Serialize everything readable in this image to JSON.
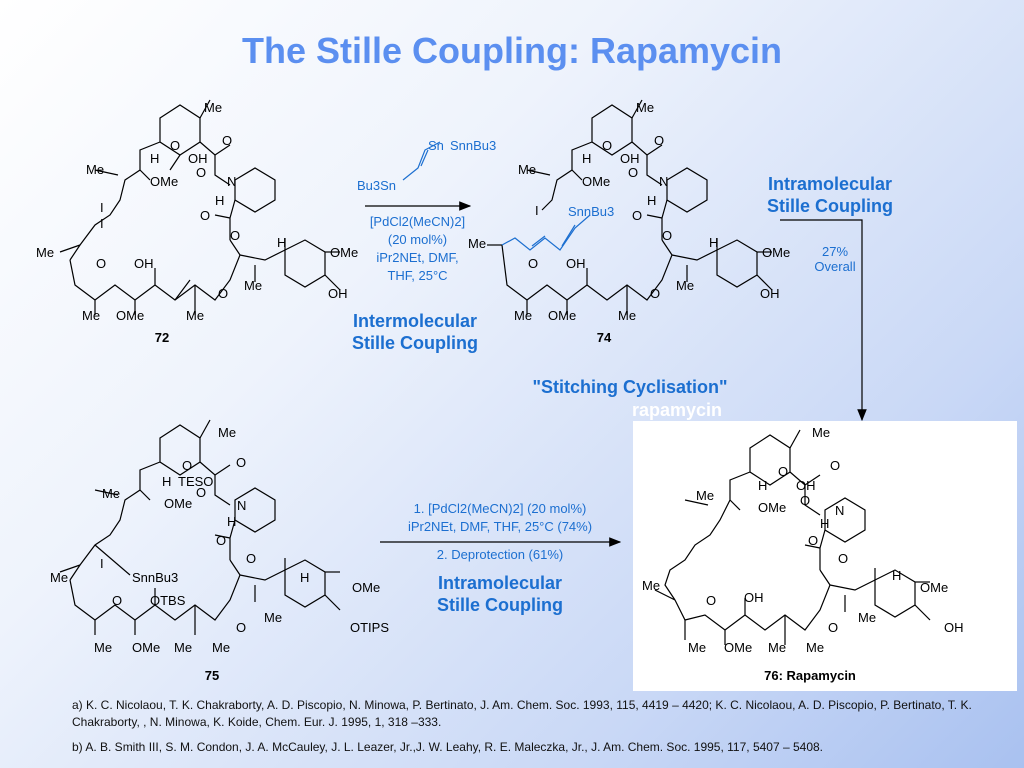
{
  "title": "The Stille Coupling: Rapamycin",
  "compound_labels": {
    "c72": "72",
    "c74": "74",
    "c75": "75",
    "c76": "76: Rapamycin"
  },
  "step1": {
    "reagent_top": "Sn",
    "reagent_bottom": "Bu3Sn",
    "conditions": [
      "[PdCl2(MeCN)2]",
      "(20 mol%)",
      "iPr2NEt, DMF,",
      "THF, 25°C"
    ],
    "heading": [
      "Intermolecular",
      "Stille Coupling"
    ]
  },
  "step2": {
    "heading": [
      "Intramolecular",
      "Stille Coupling"
    ],
    "yield": [
      "27%",
      "Overall"
    ]
  },
  "stitching": "\"Stitching Cyclisation\"",
  "rapamycin_ghost": "rapamycin",
  "step3": {
    "conditions_1": [
      "1. [PdCl2(MeCN)2] (20 mol%)",
      "iPr2NEt, DMF, THF, 25°C (74%)"
    ],
    "conditions_2": "2. Deprotection (61%)",
    "heading": [
      "Intramolecular",
      "Stille Coupling"
    ]
  },
  "atoms": {
    "me": "Me",
    "o": "O",
    "oh": "OH",
    "h": "H",
    "n": "N",
    "ome": "OMe",
    "i": "I",
    "tbs": "OTBS",
    "teso": "TESO",
    "tips": "OTIPS",
    "snbu3": "SnnBu3"
  },
  "references": {
    "a": "a) K. C. Nicolaou, T. K. Chakraborty, A. D. Piscopio, N. Minowa, P. Bertinato, J. Am. Chem. Soc. 1993, 115, 4419 – 4420;  K. C. Nicolaou, A. D. Piscopio, P. Bertinato, T. K. Chakraborty, , N. Minowa, K. Koide, Chem. Eur. J. 1995, 1, 318 –333.",
    "b": "b) A. B. Smith III, S. M. Condon, J. A. McCauley, J. L. Leazer, Jr.,J. W. Leahy, R. E. Maleczka, Jr., J. Am. Chem. Soc. 1995, 117, 5407 – 5408."
  }
}
